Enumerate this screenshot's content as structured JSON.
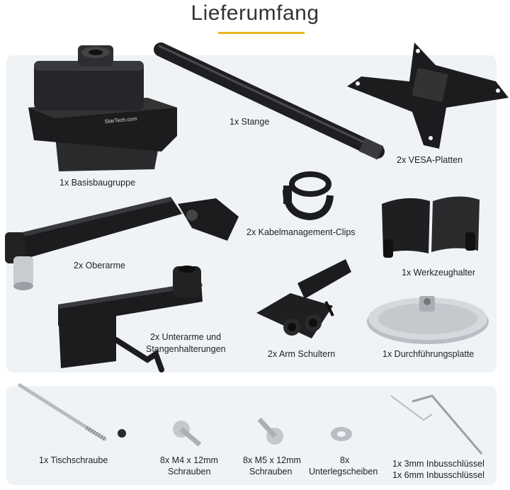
{
  "title": "Lieferumfang",
  "top_items": [
    {
      "label": "1x Basisbaugruppe"
    },
    {
      "label": "1x Stange"
    },
    {
      "label": "2x VESA-Platten"
    },
    {
      "label": "2x Kabelmanagement-Clips"
    },
    {
      "label": "2x Oberarme"
    },
    {
      "label": "1x Werkzeughalter"
    },
    {
      "label": "2x Unterarme und"
    },
    {
      "label": "Stangenhalterungen"
    },
    {
      "label": "2x Arm Schultern"
    },
    {
      "label": "1x Durchführungsplatte"
    }
  ],
  "bottom_items": [
    {
      "label": "1x Tischschraube"
    },
    {
      "label": "8x M4 x 12mm"
    },
    {
      "label": "Schrauben"
    },
    {
      "label": "8x M5 x 12mm"
    },
    {
      "label": "Schrauben"
    },
    {
      "label": "8x"
    },
    {
      "label": "Unterlegscheiben"
    },
    {
      "label": "1x 3mm Inbusschlüssel"
    },
    {
      "label": "1x 6mm Inbusschlüssel"
    }
  ],
  "brand_on_base": "StarTech.com",
  "colors": {
    "accent": "#e8b820",
    "panel": "#eff3f6",
    "part": "#1c1c1e",
    "metal": "#b9bec4"
  }
}
